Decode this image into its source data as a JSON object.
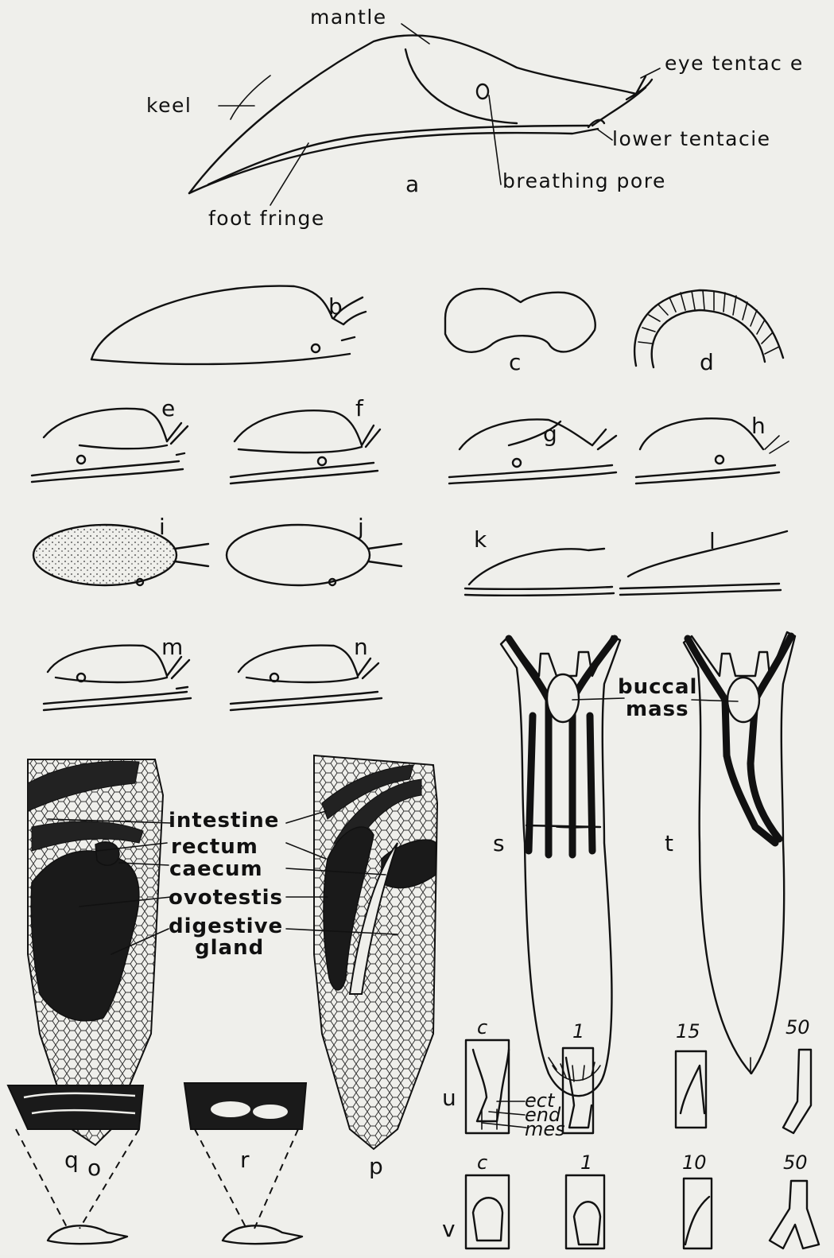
{
  "labels": {
    "mantle": "mantle",
    "keel": "keel",
    "eye_tentacle": "eye tentac e",
    "lower_tentacle": "lower tentacie",
    "breathing_pore": "breathing pore",
    "foot_fringe": "foot fringe",
    "buccal": "buccal",
    "mass": "mass",
    "intestine": "intestine",
    "rectum": "rectum",
    "caecum": "caecum",
    "ovotestis": "ovotestis",
    "digestive": "digestive",
    "gland": "gland",
    "ect": "ect",
    "end": "end",
    "mes": "mes"
  },
  "letters": [
    "a",
    "b",
    "c",
    "d",
    "e",
    "f",
    "g",
    "h",
    "i",
    "j",
    "k",
    "l",
    "m",
    "n",
    "o",
    "p",
    "q",
    "r",
    "s",
    "t",
    "u",
    "v"
  ],
  "tooth_numbers": {
    "u": [
      "c",
      "1",
      "15",
      "50"
    ],
    "v": [
      "c",
      "1",
      "10",
      "50"
    ]
  }
}
